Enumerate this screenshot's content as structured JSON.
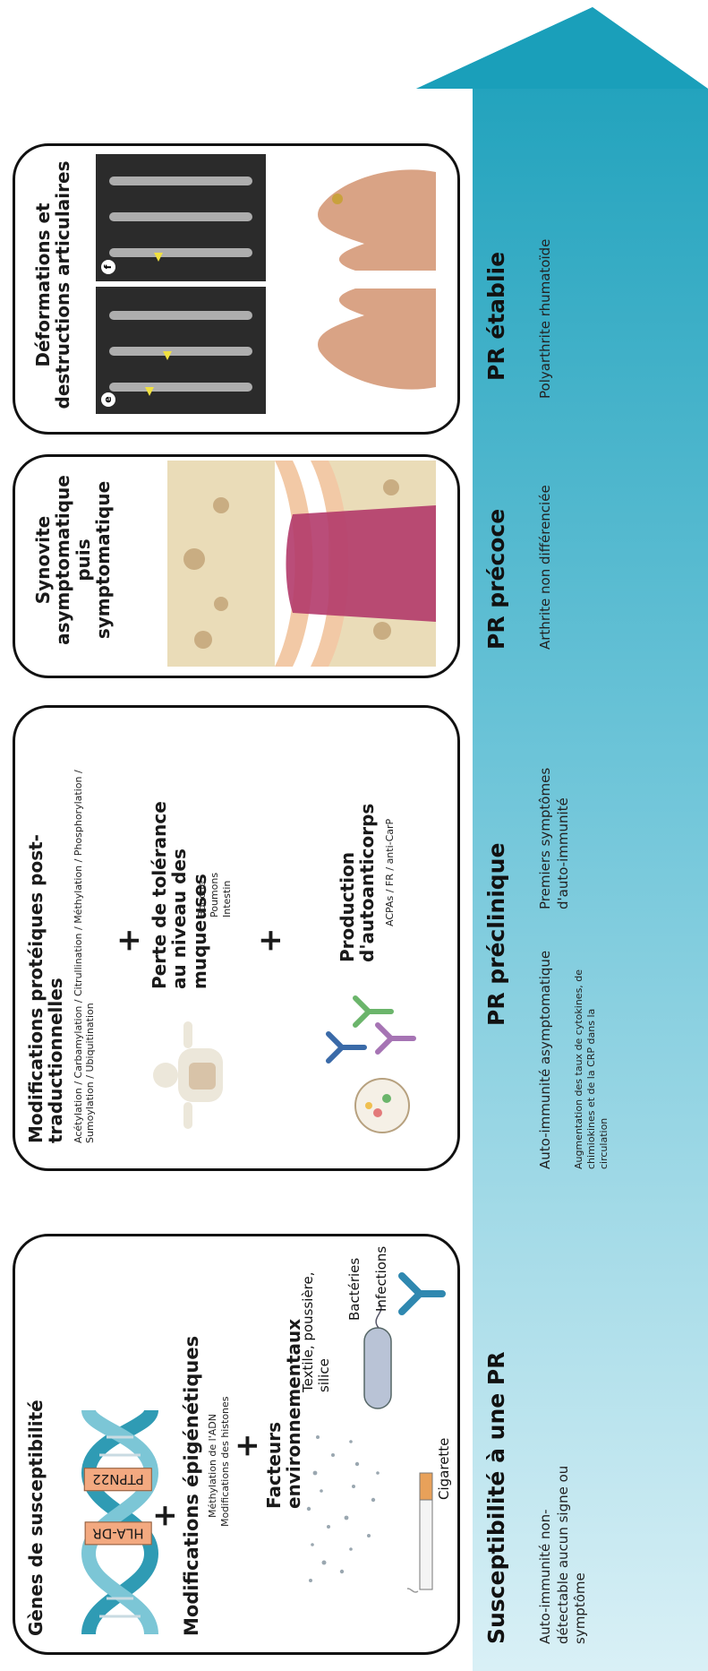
{
  "panels": {
    "susceptibility": {
      "title": "Gènes de susceptibilité",
      "gene1": "HLA-DR",
      "gene2": "PTPN22",
      "epigenetic_title": "Modifications épigénétiques",
      "epigenetic_items": [
        "Méthylation de l'ADN",
        "Modifications des histones"
      ],
      "environment_title": "Facteurs environnementaux",
      "env_labels": [
        "Textile, poussière, silice",
        "Bactéries",
        "Infections",
        "Cigarette"
      ]
    },
    "preclinical": {
      "ptm_title": "Modifications protéiques post-traductionnelles",
      "ptm_items": "Acétylation / Carbamylation / Citrullination / Méthylation / Phosphorylation / Sumoylation / Ubiquitination",
      "mucosa_title": "Perte de tolérance au niveau des muqueuses",
      "mucosa_items": [
        "Bouche",
        "Poumons",
        "Intestin"
      ],
      "autoantibody_title": "Production d'autoanticorps",
      "autoantibody_items": "ACPAs / FR / anti-CarP"
    },
    "early": {
      "title": "Synovite asymptomatique puis symptomatique"
    },
    "established": {
      "title": "Déformations et destructions articulaires",
      "xray_labels": [
        "e",
        "f"
      ]
    }
  },
  "plus_sign": "+",
  "stages": [
    {
      "label": "Susceptibilité à une PR",
      "description": "Auto-immunité non-détectable aucun signe ou symptôme"
    },
    {
      "label": "PR préclinique",
      "description": "Auto-immunité asymptomatique",
      "detail": "Augmentation des taux de cytokines, de chimiokines et de la CRP dans la circulation",
      "description2": "Premiers symptômes d'auto-immunité"
    },
    {
      "label": "PR précoce",
      "description": "Arthrite non différenciée"
    },
    {
      "label": "PR établie",
      "description": "Polyarthrite rhumatoïde"
    }
  ],
  "colors": {
    "arrow_start": "#d9f0f6",
    "arrow_end": "#1a9fba",
    "dna": "#2f9bb4",
    "gene_box": "#f3a980",
    "synovium": "#b23a6a",
    "cartilage": "#f2c9a6",
    "bone": "#eadcb8",
    "antibody": "#3a6aa8"
  }
}
